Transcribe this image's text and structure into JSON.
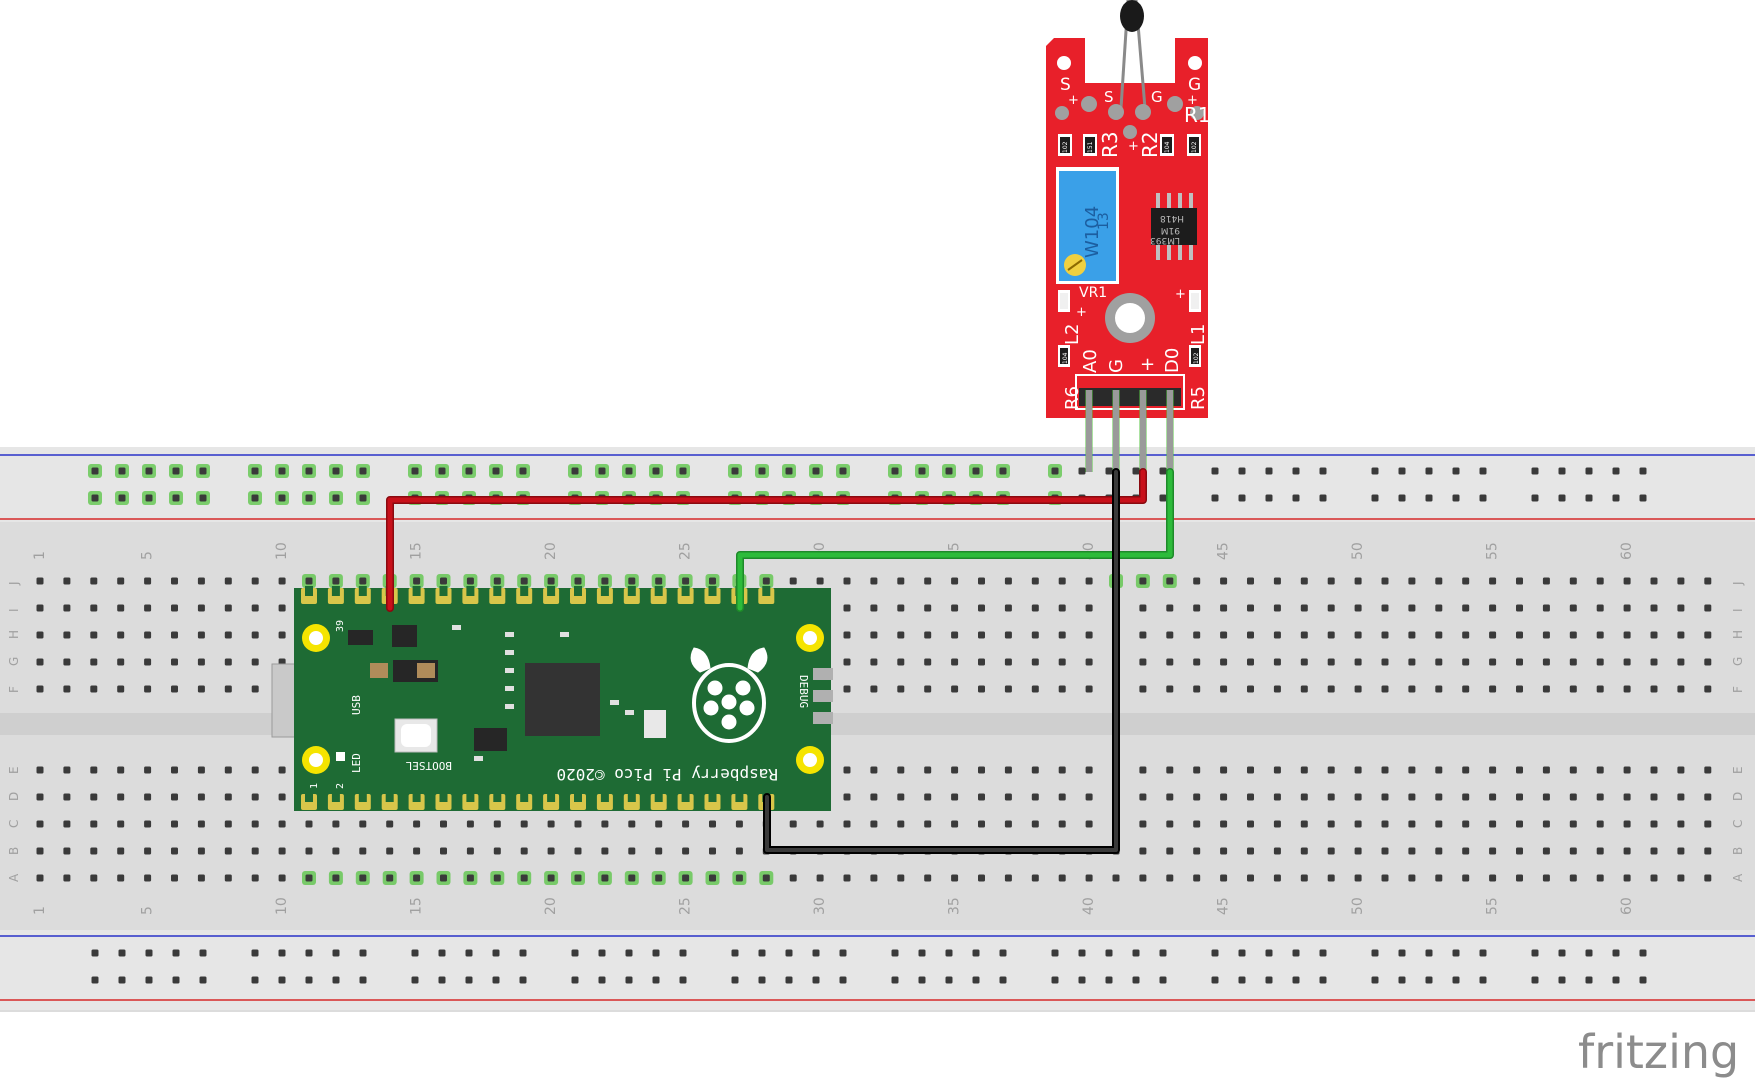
{
  "breadboard": {
    "columns": 63,
    "column_label_numbers": [
      "1",
      "5",
      "10",
      "15",
      "20",
      "25",
      "30",
      "35",
      "40",
      "45",
      "50",
      "55",
      "60"
    ],
    "row_letters_top": [
      "J",
      "I",
      "H",
      "G",
      "F"
    ],
    "row_letters_bottom": [
      "E",
      "D",
      "C",
      "B",
      "A"
    ],
    "colors": {
      "body": "#dcdcdc",
      "rail_red": "#d62828",
      "rail_blue": "#2832c8",
      "hole": "#3a3a3a",
      "active_hole": "#57c443"
    }
  },
  "pico": {
    "brand_text": "Raspberry Pi Pico ©2020",
    "usb_label": "USB",
    "led_label": "LED",
    "bootsel_label": "BOOTSEL",
    "debug_label": "DEBUG",
    "pin_1": "1",
    "pin_2": "2",
    "pin_39": "39",
    "colors": {
      "board": "#1e6b34",
      "pad": "#d8c64a"
    }
  },
  "sensor_module": {
    "labels": {
      "s_left": "S",
      "g_right": "G",
      "plus_left": "+",
      "s_mid": "S",
      "g_mid": "G",
      "plus_right": "+",
      "r1": "R1",
      "r2": "R2",
      "r3": "R3",
      "r5": "R5",
      "r6": "R6",
      "l1": "L1",
      "l2": "L2",
      "vr1": "VR1",
      "pot_text_1": "W104",
      "pot_text_2": "13",
      "chip_text_1": "H418",
      "chip_text_2": "91M",
      "chip_text_3": "LM393",
      "res_102": "102",
      "res_151": "151",
      "res_104": "104",
      "pin_a0": "A0",
      "pin_g": "G",
      "pin_plus": "+",
      "pin_d0": "D0"
    },
    "colors": {
      "board": "#e8202a",
      "pot": "#3aa0e8"
    }
  },
  "wires": [
    {
      "name": "power",
      "color": "#c8101a"
    },
    {
      "name": "signal",
      "color": "#2dbb3a"
    },
    {
      "name": "ground",
      "color": "#1a1a1a"
    }
  ],
  "watermark": "fritzing"
}
